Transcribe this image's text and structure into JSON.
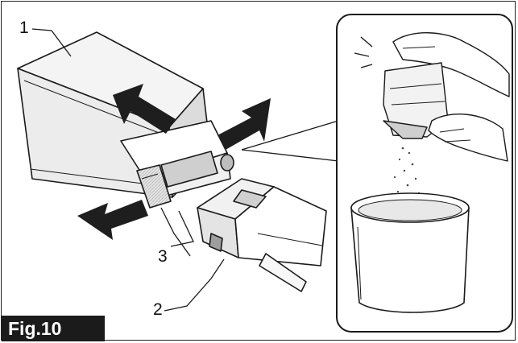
{
  "figure": {
    "label": "Fig.10",
    "callouts": [
      {
        "number": "1"
      },
      {
        "number": "2"
      },
      {
        "number": "3"
      }
    ]
  },
  "colors": {
    "line": "#1a1a1a",
    "shade": "#bdbdbd",
    "dark": "#2b2b2b",
    "paper": "#ffffff"
  },
  "icons": [
    "container-icon",
    "nozzle-icon",
    "hands-emptying-bag-icon",
    "bucket-icon",
    "arrow-icon"
  ]
}
